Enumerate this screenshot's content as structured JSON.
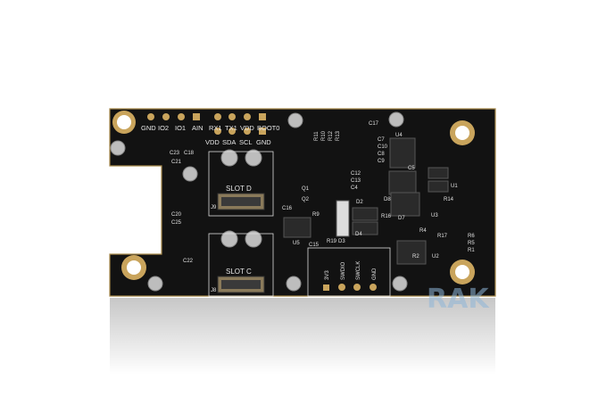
{
  "colors": {
    "board": "#121212",
    "gold": "#c9a45c",
    "silkscreen": "#e8e8e8",
    "watermark": "#8fb6d8",
    "background": "#ffffff"
  },
  "header_pins": {
    "top_row": [
      "GND",
      "IO2",
      "IO1",
      "AIN",
      "RX1",
      "TX1",
      "VDD",
      "BOOT0"
    ],
    "bottom_row": [
      "VDD",
      "SDA",
      "SCL",
      "GND"
    ]
  },
  "slots": [
    {
      "label": "SLOT D",
      "connector": "J9"
    },
    {
      "label": "SLOT C",
      "connector": "J8"
    }
  ],
  "swd_pins": [
    "3V3",
    "SWDIO",
    "SWCLK",
    "GND"
  ],
  "components": [
    "C23",
    "C18",
    "C21",
    "C20",
    "C25",
    "C22",
    "C16",
    "C15",
    "C17",
    "C7",
    "C10",
    "C8",
    "C9",
    "C5",
    "C12",
    "C13",
    "C4",
    "R11",
    "R10",
    "R12",
    "R13",
    "R9",
    "R19",
    "R14",
    "R16",
    "R6",
    "R5",
    "R1",
    "R2",
    "R4",
    "R17",
    "Q1",
    "Q2",
    "U5",
    "U4",
    "U3",
    "U1",
    "U2",
    "D2",
    "D3",
    "D4",
    "D7",
    "D8"
  ],
  "watermark": "RAK"
}
